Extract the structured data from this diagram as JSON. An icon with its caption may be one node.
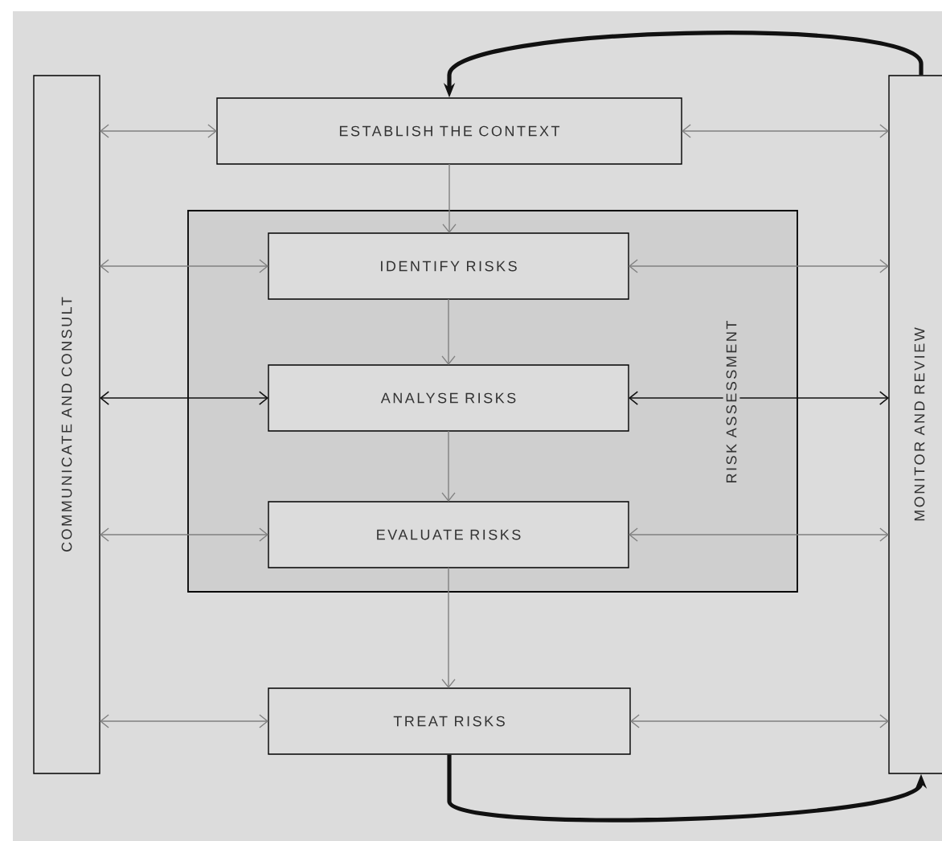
{
  "diagram": {
    "nodes": [
      {
        "text": [
          "COMMUNICATE AND CONSULT"
        ]
      },
      {
        "text": [
          "ESTABLISH THE CONTEXT"
        ]
      },
      {
        "text": [
          "RISK ASSESSMENT"
        ]
      },
      {
        "text": [
          "IDENTIFY RISKS"
        ],
        "in": 2
      },
      {
        "text": [
          "ANALYSE RISKS"
        ],
        "in": 2
      },
      {
        "text": [
          "EVALUATE RISKS"
        ],
        "in": 2
      },
      {
        "text": [
          "TREAT RISKS"
        ]
      },
      {
        "text": [
          "MONITOR AND REVIEW"
        ]
      }
    ],
    "edges": [
      {
        "from": 0,
        "to": 1,
        "arrow": "both"
      },
      {
        "from": 0,
        "to": 3,
        "arrow": "both"
      },
      {
        "from": 0,
        "to": 4,
        "arrow": "both",
        "color": "#111111"
      },
      {
        "from": 0,
        "to": 5,
        "arrow": "both"
      },
      {
        "from": 0,
        "to": 6,
        "arrow": "both"
      },
      {
        "from": 1,
        "to": 3,
        "arrow": "to"
      },
      {
        "from": 3,
        "to": 4,
        "arrow": "to"
      },
      {
        "from": 4,
        "to": 5,
        "arrow": "to"
      },
      {
        "from": 5,
        "to": 6,
        "arrow": "to"
      },
      {
        "from": 1,
        "to": 7,
        "arrow": "both"
      },
      {
        "from": 3,
        "to": 7,
        "arrow": "both"
      },
      {
        "from": 4,
        "to": 7,
        "arrow": "both",
        "color": "#111111"
      },
      {
        "from": 5,
        "to": 7,
        "arrow": "both"
      },
      {
        "from": 6,
        "to": 7,
        "arrow": "both"
      },
      {
        "from": 6,
        "to": 7,
        "arrow": "to",
        "style": "thick",
        "color": "#111111"
      },
      {
        "from": 7,
        "to": 1,
        "arrow": "to",
        "style": "thick",
        "color": "#111111"
      }
    ]
  }
}
